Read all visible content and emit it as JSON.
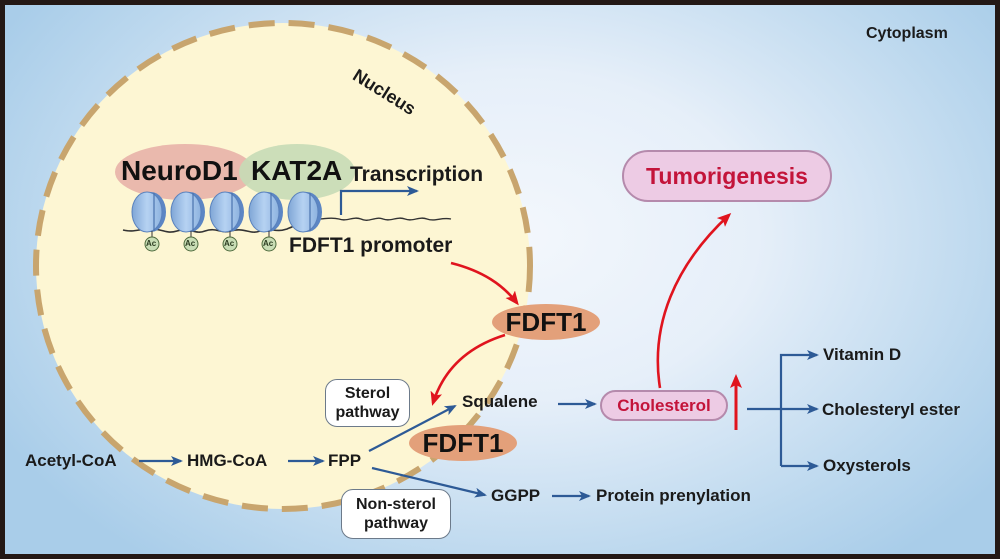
{
  "compartments": {
    "cytoplasm": "Cytoplasm",
    "nucleus": "Nucleus"
  },
  "nucleus_content": {
    "factor_1": "NeuroD1",
    "factor_2": "KAT2A",
    "transcription": "Transcription",
    "promoter": "FDFT1 promoter",
    "acetyl_marks": [
      "Ac",
      "Ac",
      "Ac",
      "Ac"
    ]
  },
  "enzymes": {
    "fdft1_top": "FDFT1",
    "fdft1_pathway": "FDFT1"
  },
  "outcome": {
    "tumorigenesis": "Tumorigenesis",
    "cholesterol": "Cholesterol"
  },
  "pathway": {
    "acetyl_coa": "Acetyl-CoA",
    "hmg_coa": "HMG-CoA",
    "fpp": "FPP",
    "squalene": "Squalene",
    "ggpp": "GGPP",
    "protein_prenylation": "Protein prenylation",
    "sterol_pathway": [
      "Sterol",
      "pathway"
    ],
    "non_sterol_pathway": [
      "Non-sterol",
      "pathway"
    ]
  },
  "cholesterol_products": [
    "Vitamin D",
    "Cholesteryl ester",
    "Oxysterols"
  ],
  "colors": {
    "border": "#231815",
    "nucleus_fill": "#fdf6d3",
    "nucleus_dash": "#c8a56e",
    "neurod1": "#e8b2a8",
    "kat2a": "#c6dbb6",
    "fdft1": "#e3a07a",
    "tumor_fill": "#edcbe4",
    "tumor_text": "#c3143a",
    "blue_arrow": "#2d5a96",
    "red_arrow": "#e0141e",
    "nucleosome": "#9ec2ec"
  }
}
